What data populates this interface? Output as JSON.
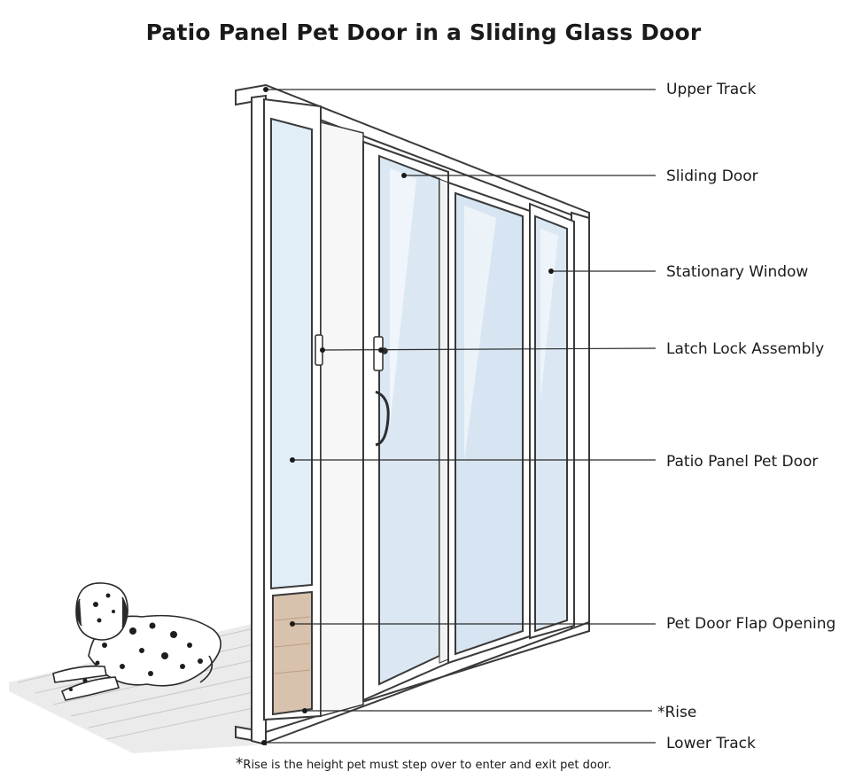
{
  "diagram": {
    "title": "Patio Panel Pet Door in a Sliding Glass Door",
    "callouts": [
      {
        "id": "upper-track",
        "label": "Upper Track"
      },
      {
        "id": "sliding-door",
        "label": "Sliding Door"
      },
      {
        "id": "stationary-window",
        "label": "Stationary Window"
      },
      {
        "id": "latch-lock-assembly",
        "label": "Latch Lock Assembly"
      },
      {
        "id": "patio-panel-pet-door",
        "label": "Patio Panel Pet Door"
      },
      {
        "id": "pet-door-flap-opening",
        "label": "Pet Door Flap Opening"
      },
      {
        "id": "rise",
        "label": "*Rise"
      },
      {
        "id": "lower-track",
        "label": "Lower Track"
      }
    ],
    "footnote_star": "*",
    "footnote": "Rise is the height pet must step over to enter and exit pet door."
  },
  "colors": {
    "frame": "#ffffff",
    "frame_line": "#3a3a3a",
    "glass": "#dbe9f4",
    "glass_light": "#eef5fb",
    "deck": "#d9c4b0",
    "deck_line": "#b79c84",
    "floor": "#e6e6e6",
    "shrub": "#6e9a3c",
    "flower": "#c0503a"
  }
}
